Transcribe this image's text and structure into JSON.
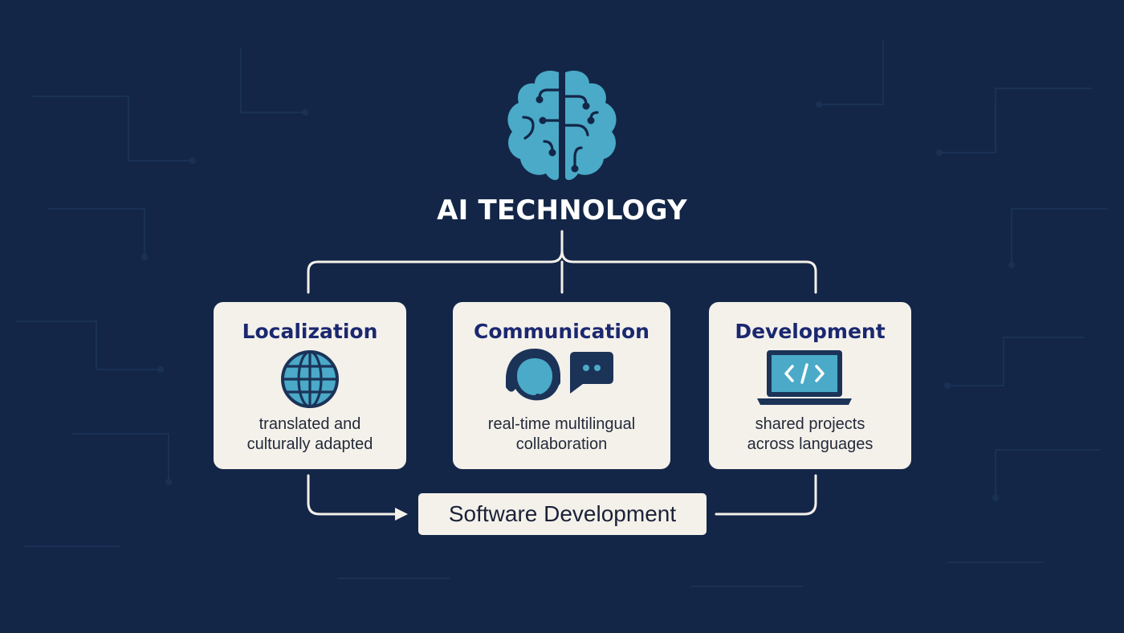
{
  "title": "AI TECHNOLOGY",
  "cards": [
    {
      "title": "Localization",
      "description_lines": [
        "translated and",
        "culturally adapted"
      ],
      "icon": "globe-icon"
    },
    {
      "title": "Communication",
      "description_lines": [
        "real-time multilingual",
        "collaboration"
      ],
      "icons": [
        "headset-person-icon",
        "chat-bubble-icon"
      ]
    },
    {
      "title": "Development",
      "description_lines": [
        "shared projects",
        "across languages"
      ],
      "icon": "laptop-code-icon"
    }
  ],
  "bottom": {
    "label": "Software Development"
  },
  "top_icon": "brain-icon",
  "colors": {
    "background": "#132647",
    "card": "#f4f1ea",
    "accent": "#4aaac8",
    "card_title": "#1b2870",
    "connector": "#f4f1ea"
  }
}
